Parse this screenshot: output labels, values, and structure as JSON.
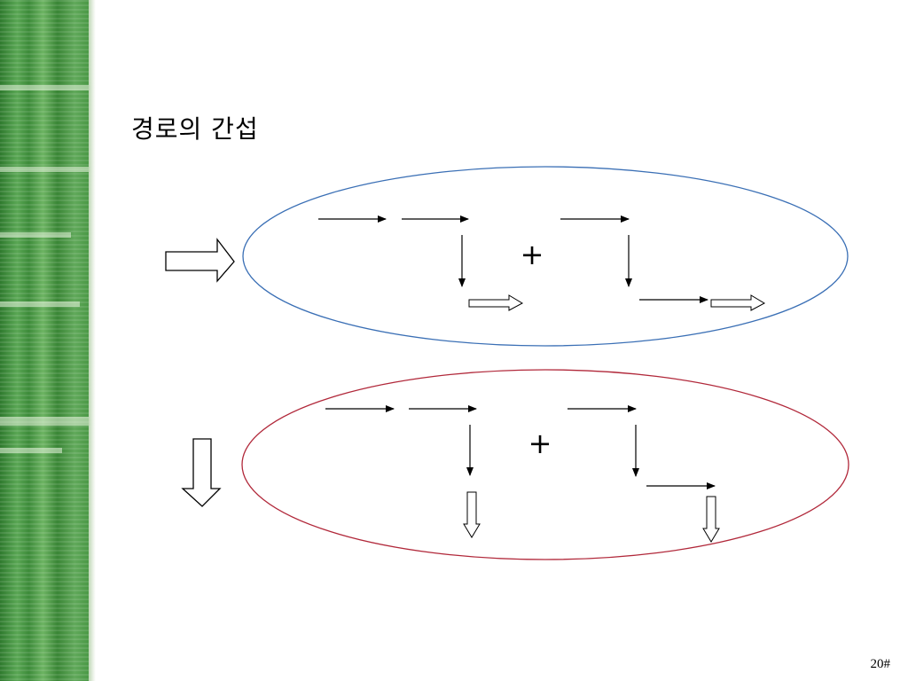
{
  "slide": {
    "title": "경로의 간섭",
    "page_number": "20#"
  },
  "diagram": {
    "groups": [
      {
        "name": "upper",
        "outline_color": "#3a6fb5",
        "operator": "+"
      },
      {
        "name": "lower",
        "outline_color": "#b1283a",
        "operator": "+"
      }
    ]
  }
}
